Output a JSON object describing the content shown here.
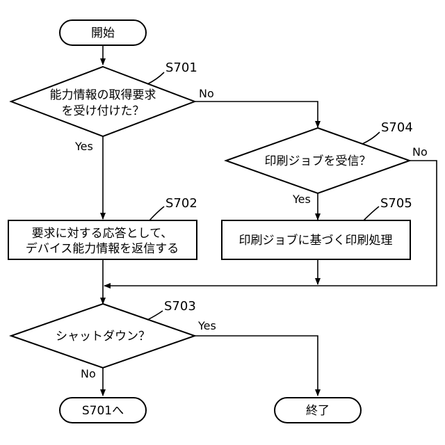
{
  "nodes": {
    "start": {
      "text": "開始"
    },
    "s701": {
      "step": "S701",
      "lines": [
        "能力情報の取得要求",
        "を受け付けた？"
      ]
    },
    "s702": {
      "step": "S702",
      "lines": [
        "要求に対する応答として、",
        "デバイス能力情報を返信する"
      ]
    },
    "s703": {
      "step": "S703",
      "text": "シャットダウン？"
    },
    "s704": {
      "step": "S704",
      "text": "印刷ジョブを受信？"
    },
    "s705": {
      "step": "S705",
      "text": "印刷ジョブに基づく印刷処理"
    },
    "goto": {
      "text": "S701へ"
    },
    "end": {
      "text": "終了"
    }
  },
  "branches": {
    "s701_yes": "Yes",
    "s701_no": "No",
    "s704_yes": "Yes",
    "s704_no": "No",
    "s703_yes": "Yes",
    "s703_no": "No"
  }
}
